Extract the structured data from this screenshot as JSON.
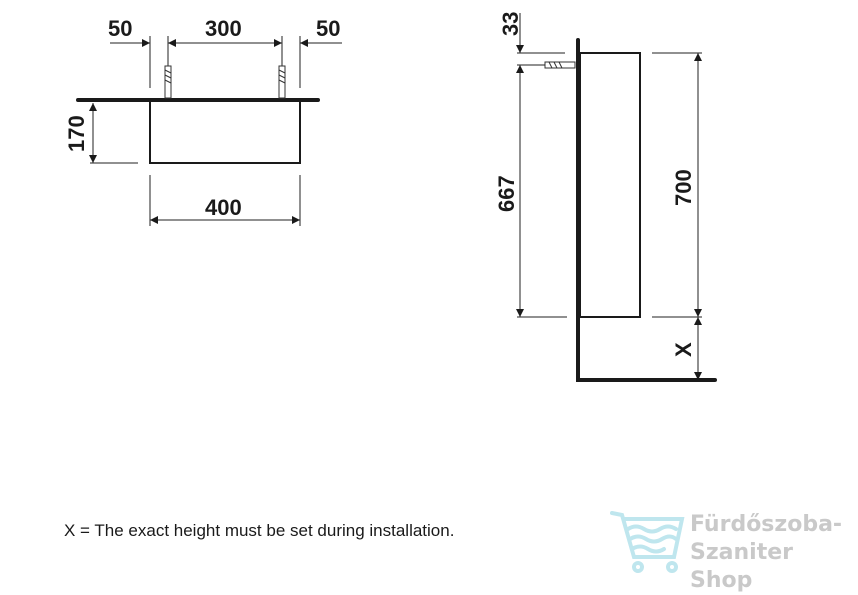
{
  "front_view": {
    "left_offset": "50",
    "anchor_spacing": "300",
    "right_offset": "50",
    "height": "170",
    "width": "400"
  },
  "side_view": {
    "top_offset": "33",
    "anchor_height": "667",
    "height": "700",
    "floor_gap": "X"
  },
  "note": "X = The exact height must be set during installation.",
  "watermark": {
    "line1": "Fürdőszoba-",
    "line2": "Szaniter Shop",
    "color": "#bfe6ee"
  }
}
